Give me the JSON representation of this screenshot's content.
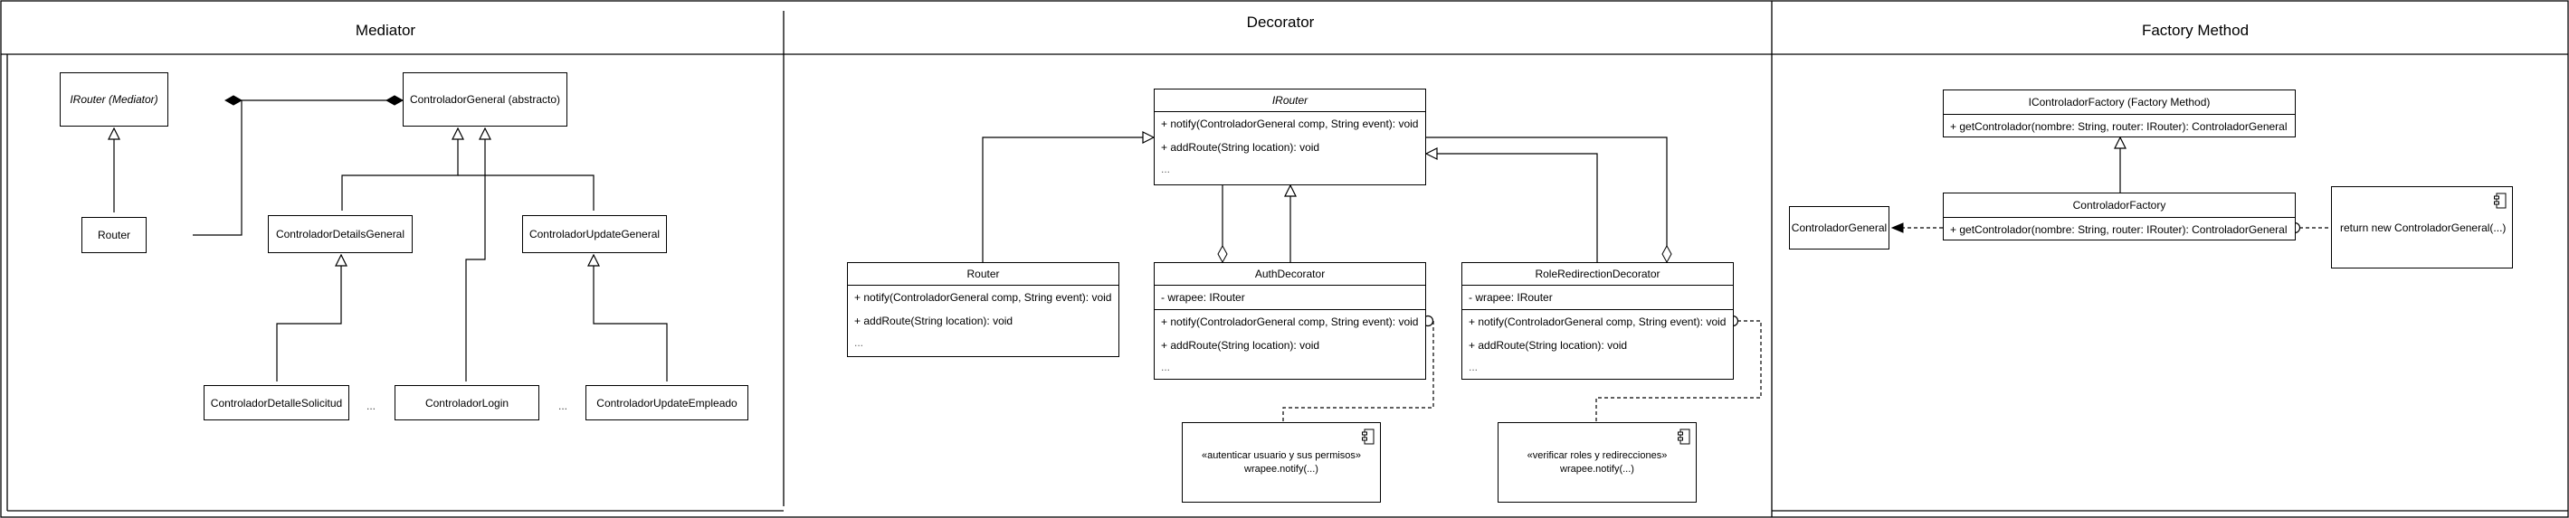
{
  "sections": {
    "mediator": "Mediator",
    "decorator": "Decorator",
    "factory": "Factory Method"
  },
  "mediator": {
    "irouter": "IRouter (Mediator)",
    "controlador_general": "ControladorGeneral (abstracto)",
    "router": "Router",
    "details_general": "ControladorDetailsGeneral",
    "update_general": "ControladorUpdateGeneral",
    "detalle_solicitud": "ControladorDetalleSolicitud",
    "login": "ControladorLogin",
    "update_empleado": "ControladorUpdateEmpleado",
    "ellipsis1": "...",
    "ellipsis2": "..."
  },
  "decorator": {
    "irouter": {
      "name": "IRouter",
      "methods": [
        "+ notify(ControladorGeneral comp, String event): void",
        "+ addRoute(String location): void",
        "..."
      ]
    },
    "router": {
      "name": "Router",
      "methods": [
        "+ notify(ControladorGeneral comp, String event): void",
        "+ addRoute(String location): void",
        "..."
      ]
    },
    "auth": {
      "name": "AuthDecorator",
      "field": "- wrapee: IRouter",
      "methods": [
        "+ notify(ControladorGeneral comp, String event): void",
        "+ addRoute(String location): void",
        "..."
      ]
    },
    "role": {
      "name": "RoleRedirectionDecorator",
      "field": "- wrapee: IRouter",
      "methods": [
        "+ notify(ControladorGeneral comp, String event): void",
        "+ addRoute(String location): void",
        "..."
      ]
    },
    "note_auth": [
      "«autenticar usuario y sus permisos»",
      "wrapee.notify(...)"
    ],
    "note_role": [
      "«verificar roles y redirecciones»",
      "wrapee.notify(...)"
    ]
  },
  "factory": {
    "ifactory": {
      "name": "IControladorFactory (Factory Method)",
      "method": "+ getControlador(nombre: String, router: IRouter): ControladorGeneral"
    },
    "factory": {
      "name": "ControladorFactory",
      "method": "+ getControlador(nombre: String, router: IRouter): ControladorGeneral"
    },
    "controlador_general": "ControladorGeneral",
    "note": "return new ControladorGeneral(...)"
  }
}
